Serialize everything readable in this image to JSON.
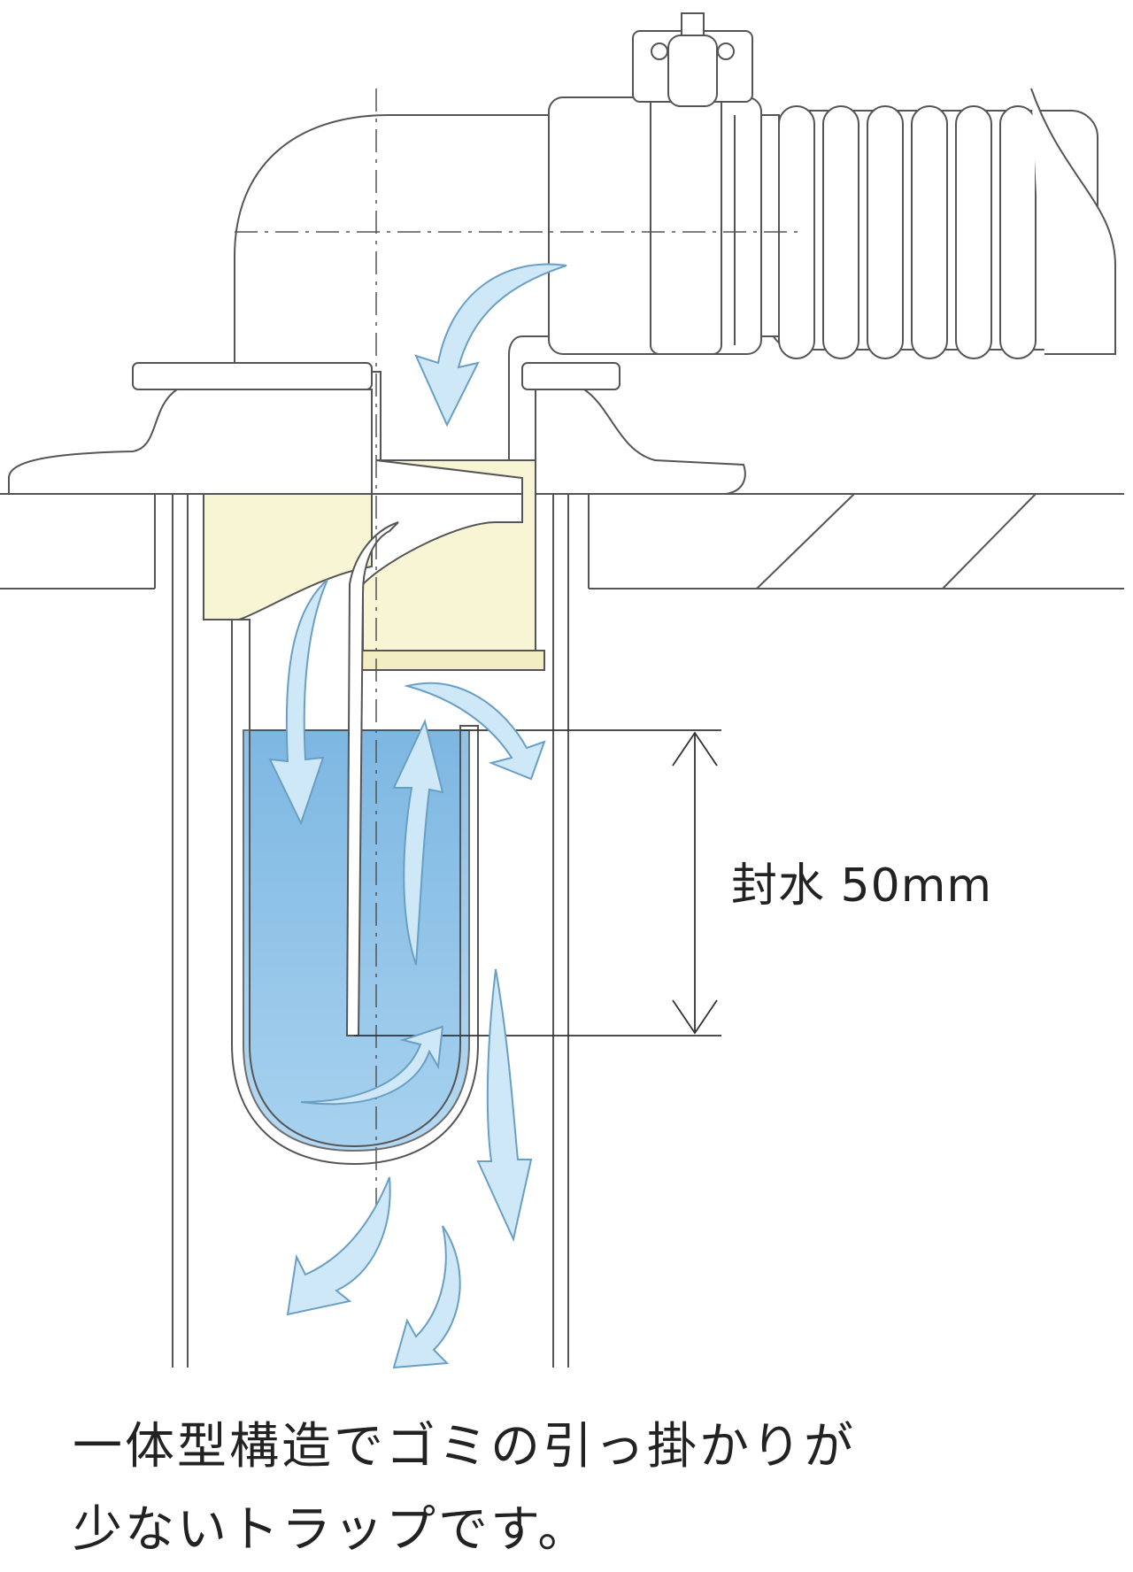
{
  "labels": {
    "seal_water": "封水 50mm"
  },
  "caption": {
    "line1": "一体型構造でゴミの引っ掛かりが",
    "line2": "少ないトラップです。"
  },
  "colors": {
    "outline": "#555555",
    "pipe_fill": "#ffffff",
    "trap_body_fill": "#f8f5d4",
    "water_fill": "#8ec3e6",
    "arrow_fill": "#cfe8f7",
    "arrow_stroke": "#6a9fc4"
  }
}
